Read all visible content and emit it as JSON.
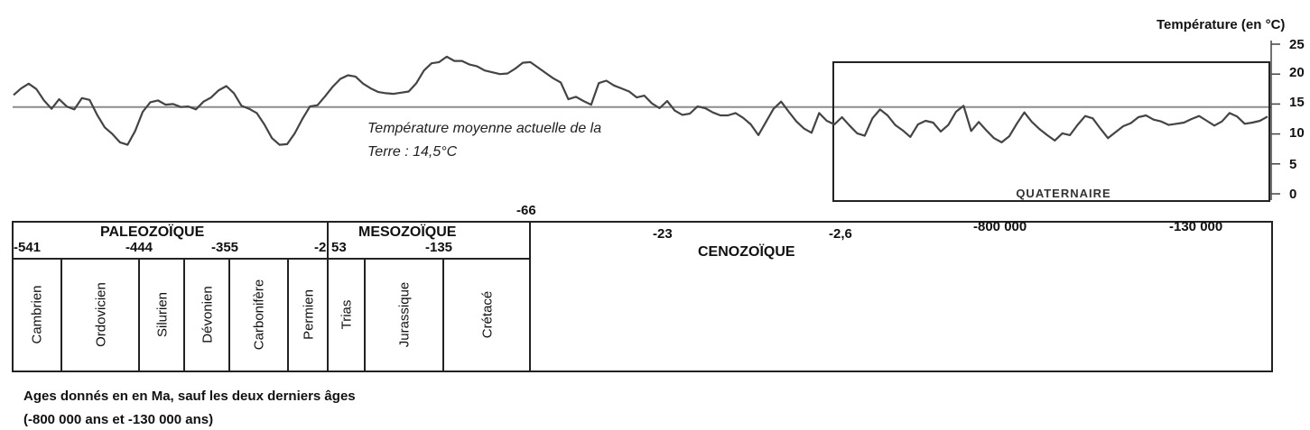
{
  "chart_data": {
    "type": "line",
    "ylabel": "Température (en °C)",
    "y_ticks": [
      "25",
      "20",
      "15",
      "10",
      "5",
      "0"
    ],
    "ylim": [
      0,
      25
    ],
    "reference_line": {
      "value": 14.5,
      "label_line1": "Température moyenne actuelle de la",
      "label_line2": "Terre : 14,5°C"
    },
    "series": [
      {
        "values": [
          16.5,
          17.6,
          18.4,
          17.5,
          15.6,
          14.2,
          15.8,
          14.6,
          14.1,
          16.0,
          15.7,
          13.2,
          11.1,
          10.0,
          8.6,
          8.2,
          10.5,
          13.7,
          15.3,
          15.6,
          14.9,
          15.0,
          14.5,
          14.6,
          14.1,
          15.4,
          16.1,
          17.3,
          18.0,
          16.8,
          14.7,
          14.2,
          13.5,
          11.6,
          9.3,
          8.2,
          8.3,
          10.1,
          12.5,
          14.6,
          14.8,
          16.3,
          17.9,
          19.2,
          19.8,
          19.6,
          18.4,
          17.6,
          17.0,
          16.8,
          16.7,
          16.9,
          17.1,
          18.5,
          20.6,
          21.8,
          22.0,
          22.9,
          22.2,
          22.2,
          21.6,
          21.3,
          20.6,
          20.3,
          20.0,
          20.1,
          20.9,
          21.9,
          22.0,
          21.1,
          20.2,
          19.3,
          18.6,
          15.8,
          16.2,
          15.5,
          14.9,
          18.5,
          18.9,
          18.1,
          17.6,
          17.1,
          16.1,
          16.4,
          15.1,
          14.3,
          15.5,
          13.9,
          13.2,
          13.4,
          14.6,
          14.3,
          13.6,
          13.1,
          13.1,
          13.5,
          12.7,
          11.6,
          9.8,
          12.0,
          14.2,
          15.4,
          13.7,
          12.1,
          10.9,
          10.2,
          13.5,
          12.2,
          11.6,
          12.8,
          11.4,
          10.1,
          9.7,
          12.6,
          14.1,
          13.1,
          11.5,
          10.6,
          9.5,
          11.6,
          12.2,
          11.9,
          10.4,
          11.5,
          13.7,
          14.7,
          10.5,
          12.0,
          10.6,
          9.3,
          8.6,
          9.6,
          11.7,
          13.6,
          12.0,
          10.8,
          9.8,
          8.9,
          10.1,
          9.8,
          11.5,
          13.0,
          12.6,
          10.9,
          9.3,
          10.3,
          11.3,
          11.8,
          12.8,
          13.1,
          12.4,
          12.1,
          11.5,
          11.7,
          11.9,
          12.5,
          13.0,
          12.2,
          11.4,
          12.1,
          13.5,
          12.9,
          11.7,
          11.9,
          12.2,
          12.9
        ],
        "time_window_note": "Les valeurs sont réparties régulièrement le long du graphique"
      }
    ],
    "highlight_box": {
      "label": "QUATERNAIRE"
    }
  },
  "timescale": {
    "eras": [
      {
        "name": "PALEOZOÏQUE"
      },
      {
        "name": "MESOZOÏQUE"
      },
      {
        "name": "CENOZOÏQUE"
      }
    ],
    "periods": [
      "Cambrien",
      "Ordovicien",
      "Silurien",
      "Dévonien",
      "Carbonifère",
      "Permien",
      "Trias",
      "Jurassique",
      "Crétacé"
    ],
    "ages": {
      "a541": "-541",
      "a444": "-444",
      "a355": "-355",
      "a253_left": "-2",
      "a253_right": "53",
      "a135": "-135",
      "a66": "-66",
      "a23": "-23",
      "a26": "-2,6",
      "a800k": "-800 000",
      "a130k": "-130 000"
    }
  },
  "footnote": {
    "line1": "Ages donnés en en Ma, sauf les deux derniers âges",
    "line2": "(-800 000 ans et -130 000 ans)"
  }
}
